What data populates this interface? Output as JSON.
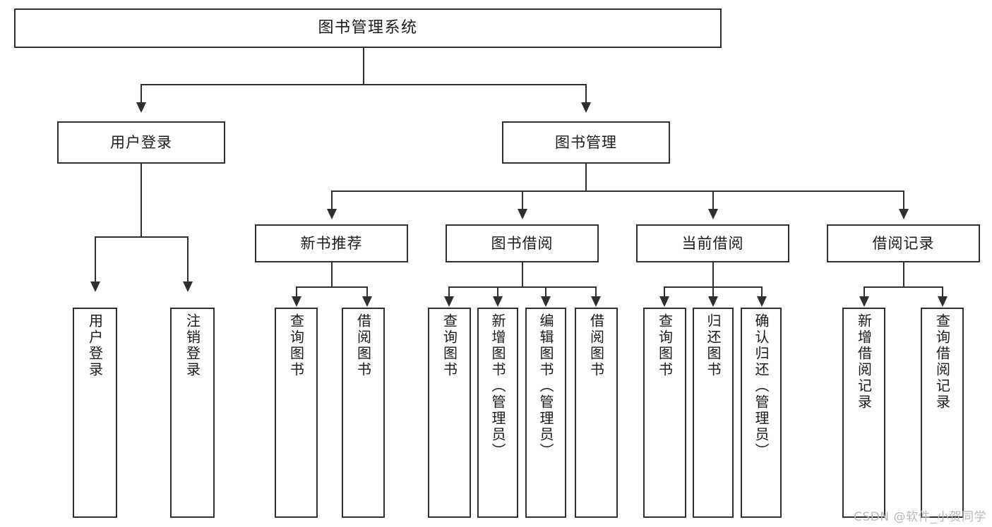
{
  "diagram": {
    "title": "图书管理系统",
    "type": "功能结构图",
    "root": {
      "label": "图书管理系统"
    },
    "level2": [
      {
        "label": "用户登录"
      },
      {
        "label": "图书管理"
      }
    ],
    "level3": [
      {
        "label": "新书推荐"
      },
      {
        "label": "图书借阅"
      },
      {
        "label": "当前借阅"
      },
      {
        "label": "借阅记录"
      }
    ],
    "leaves": {
      "user_login": [
        {
          "label": "用户登录"
        },
        {
          "label": "注销登录"
        }
      ],
      "new_book_recommend": [
        {
          "label": "查询图书"
        },
        {
          "label": "借阅图书"
        }
      ],
      "book_borrow": [
        {
          "label": "查询图书"
        },
        {
          "label": "新增图书（管理员）"
        },
        {
          "label": "编辑图书（管理员）"
        },
        {
          "label": "借阅图书"
        }
      ],
      "current_borrow": [
        {
          "label": "查询图书"
        },
        {
          "label": "归还图书"
        },
        {
          "label": "确认归还（管理员）"
        }
      ],
      "borrow_record": [
        {
          "label": "新增借阅记录"
        },
        {
          "label": "查询借阅记录"
        }
      ]
    }
  },
  "watermark": {
    "text": "CSDN @软件_小贺同学"
  },
  "colors": {
    "stroke": "#2f2f2f",
    "background": "#ffffff",
    "text": "#1a1a1a",
    "watermark": "#b9b9b9"
  }
}
